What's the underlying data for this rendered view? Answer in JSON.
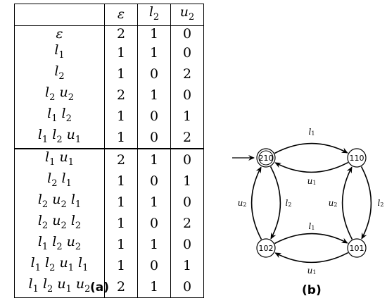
{
  "table": {
    "header": [
      "",
      "ε",
      "l2",
      "u2"
    ],
    "upper_rows": [
      [
        "ε",
        "2",
        "1",
        "0"
      ],
      [
        "l1",
        "1",
        "1",
        "0"
      ],
      [
        "l2",
        "1",
        "0",
        "2"
      ],
      [
        "l2 u2",
        "2",
        "1",
        "0"
      ],
      [
        "l1 l2",
        "1",
        "0",
        "1"
      ],
      [
        "l1 l2 u1",
        "1",
        "0",
        "2"
      ]
    ],
    "lower_rows": [
      [
        "l1 u1",
        "2",
        "1",
        "0"
      ],
      [
        "l2 l1",
        "1",
        "0",
        "1"
      ],
      [
        "l2 u2 l1",
        "1",
        "1",
        "0"
      ],
      [
        "l2 u2 l2",
        "1",
        "0",
        "2"
      ],
      [
        "l1 l2 u2",
        "1",
        "1",
        "0"
      ],
      [
        "l1 l2 u1 l1",
        "1",
        "0",
        "1"
      ],
      [
        "l1 l2 u1 u2",
        "2",
        "1",
        "0"
      ]
    ]
  },
  "caption_a": "(a)",
  "caption_b": "(b)",
  "automaton": {
    "states": [
      {
        "id": "210",
        "label": "210",
        "initial": true,
        "accepting": true
      },
      {
        "id": "110",
        "label": "110"
      },
      {
        "id": "102",
        "label": "102"
      },
      {
        "id": "101",
        "label": "101"
      }
    ],
    "edges": [
      {
        "from": "210",
        "to": "110",
        "label": "l1"
      },
      {
        "from": "110",
        "to": "210",
        "label": "u1"
      },
      {
        "from": "102",
        "to": "101",
        "label": "l1"
      },
      {
        "from": "101",
        "to": "102",
        "label": "u1"
      },
      {
        "from": "102",
        "to": "210",
        "label": "u2"
      },
      {
        "from": "210",
        "to": "102",
        "label": "l2"
      },
      {
        "from": "101",
        "to": "110",
        "label": "u2"
      },
      {
        "from": "110",
        "to": "101",
        "label": "l2"
      }
    ]
  }
}
